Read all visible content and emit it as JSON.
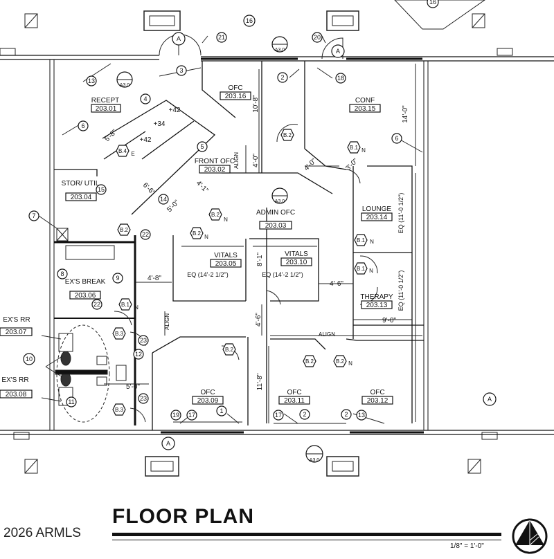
{
  "title": "FLOOR PLAN",
  "scale": "1/8\" = 1'-0\"",
  "copyright": "2026 ARMLS",
  "rooms": [
    {
      "id": "recept",
      "name": "RECEPT",
      "number": "203.01"
    },
    {
      "id": "ofc16",
      "name": "OFC",
      "number": "203.16"
    },
    {
      "id": "conf",
      "name": "CONF",
      "number": "203.15"
    },
    {
      "id": "frontofc",
      "name": "FRONT OFC",
      "number": "203.02"
    },
    {
      "id": "stor",
      "name": "STOR/ UTIL",
      "number": "203.04"
    },
    {
      "id": "admin",
      "name": "ADMIN OFC",
      "number": "203.03"
    },
    {
      "id": "lounge",
      "name": "LOUNGE",
      "number": "203.14"
    },
    {
      "id": "vitals5",
      "name": "VITALS",
      "number": "203.05"
    },
    {
      "id": "vitals10",
      "name": "VITALS",
      "number": "203.10"
    },
    {
      "id": "exbreak",
      "name": "EX'S BREAK",
      "number": "203.06"
    },
    {
      "id": "therapy",
      "name": "THERAPY",
      "number": "203.13"
    },
    {
      "id": "exrr7",
      "name": "EX'S RR",
      "number": "203.07"
    },
    {
      "id": "exrr8",
      "name": "EX'S RR",
      "number": "203.08"
    },
    {
      "id": "ofc9",
      "name": "OFC",
      "number": "203.09"
    },
    {
      "id": "ofc11",
      "name": "OFC",
      "number": "203.11"
    },
    {
      "id": "ofc12",
      "name": "OFC",
      "number": "203.12"
    }
  ],
  "dimensions": {
    "d_10_8": "10'-8\"",
    "d_14_0": "14'-0\"",
    "d_4_0a": "4'-0\"",
    "d_4_0b": "4'-0\"",
    "d_3_0": "3'-0\"",
    "d_5_8": "5'-8\"",
    "d_6_6": "6'-6\"",
    "d_5_0": "5'-0\"",
    "d_4_1": "4'-1\"",
    "d_4_8": "4'-8\"",
    "d_4_6a": "4'-6\"",
    "d_4_6b": "4'-6\"",
    "d_8_1": "8'-1\"",
    "d_9_0": "9'-0\"",
    "d_11_8": "11'-8\"",
    "d_5_0b": "5'-0\"",
    "eq1": "EQ (14'-2 1/2\")",
    "eq2": "EQ (14'-2 1/2\")",
    "eq3": "EQ (11'-0 1/2\")",
    "eq4": "EQ (11'-0 1/2\")",
    "h42a": "+42",
    "h42b": "+42",
    "h34": "+34",
    "align1": "ALIGN",
    "align2": "ALIGN",
    "align3": "ALIGN"
  },
  "keynotes": [
    "1",
    "2",
    "3",
    "4",
    "5",
    "6",
    "7",
    "8",
    "9",
    "10",
    "11",
    "12",
    "13",
    "14",
    "15",
    "16",
    "17",
    "18",
    "19",
    "20",
    "21",
    "22",
    "23"
  ],
  "door_tags": {
    "b2": "B.2",
    "b1": "B.1",
    "b3": "B.3",
    "b4": "B.4",
    "n": "N",
    "e": "E"
  },
  "section_marks": {
    "a": "A",
    "a30": "A3.0"
  }
}
